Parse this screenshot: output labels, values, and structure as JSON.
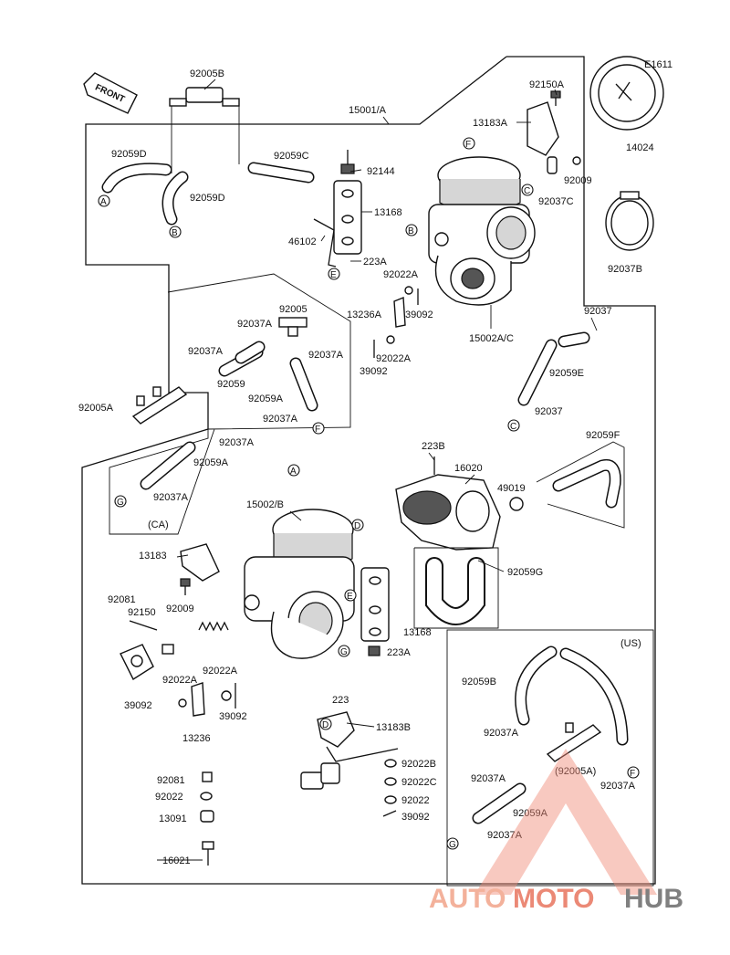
{
  "diagram_code": "E1611",
  "front_label": "FRONT",
  "variants": {
    "ca": "(CA)",
    "us": "(US)"
  },
  "callouts": [
    "A",
    "B",
    "C",
    "D",
    "E",
    "F",
    "G"
  ],
  "parts": [
    "92005B",
    "15001/A",
    "92150A",
    "13183A",
    "92059D",
    "92059C",
    "92059D",
    "92144",
    "13168",
    "46102",
    "223A",
    "92009",
    "92037C",
    "14024",
    "92037B",
    "92022A",
    "13236A",
    "39092",
    "15002A/C",
    "92005",
    "92037A",
    "92037A",
    "92037A",
    "92059",
    "92059A",
    "39092",
    "92022A",
    "92037",
    "92059E",
    "92037",
    "92005A",
    "92037A",
    "92037A",
    "92059A",
    "92037A",
    "92059F",
    "223B",
    "16020",
    "49019",
    "15002/B",
    "13183",
    "92059G",
    "92081",
    "92150",
    "92009",
    "13168",
    "223A",
    "92022A",
    "92022A",
    "39092",
    "39092",
    "13236",
    "223",
    "13183B",
    "92022B",
    "92022C",
    "92022",
    "39092",
    "92081",
    "92022",
    "13091",
    "16021",
    "92059B",
    "92037A",
    "(92005A)",
    "92037A",
    "92037A",
    "92059A",
    "92037A"
  ],
  "watermark": {
    "part1": "AUTO",
    "part2": "MOTO",
    "part3": "HUB"
  }
}
